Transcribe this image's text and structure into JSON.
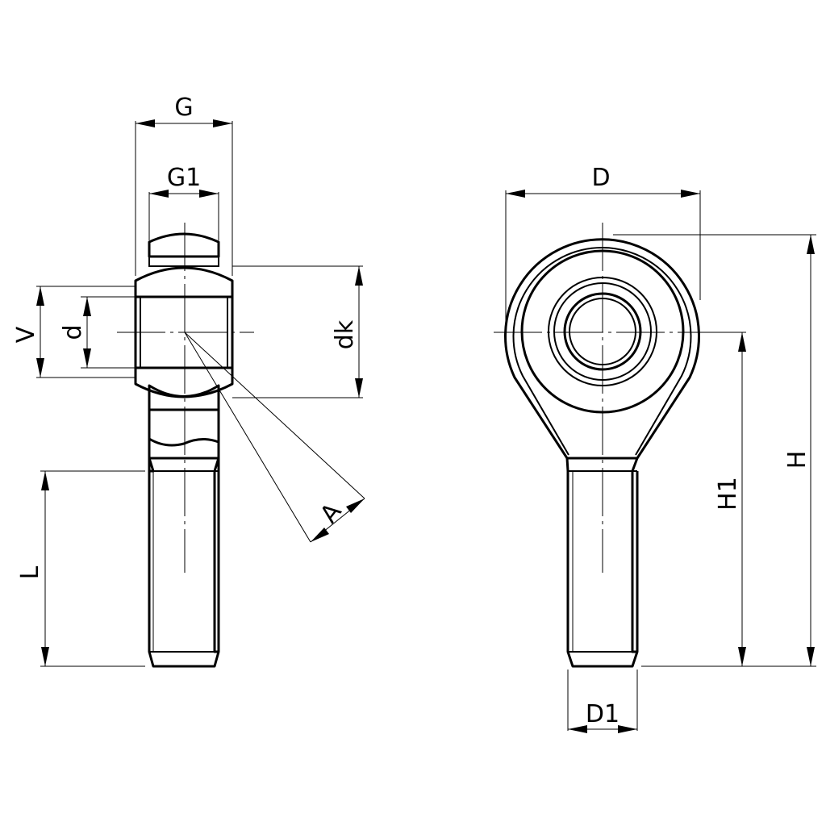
{
  "labels": {
    "G": "G",
    "G1": "G1",
    "V": "V",
    "d": "d",
    "dk": "dk",
    "A": "A",
    "L": "L",
    "D": "D",
    "D1": "D1",
    "H": "H",
    "H1": "H1"
  }
}
